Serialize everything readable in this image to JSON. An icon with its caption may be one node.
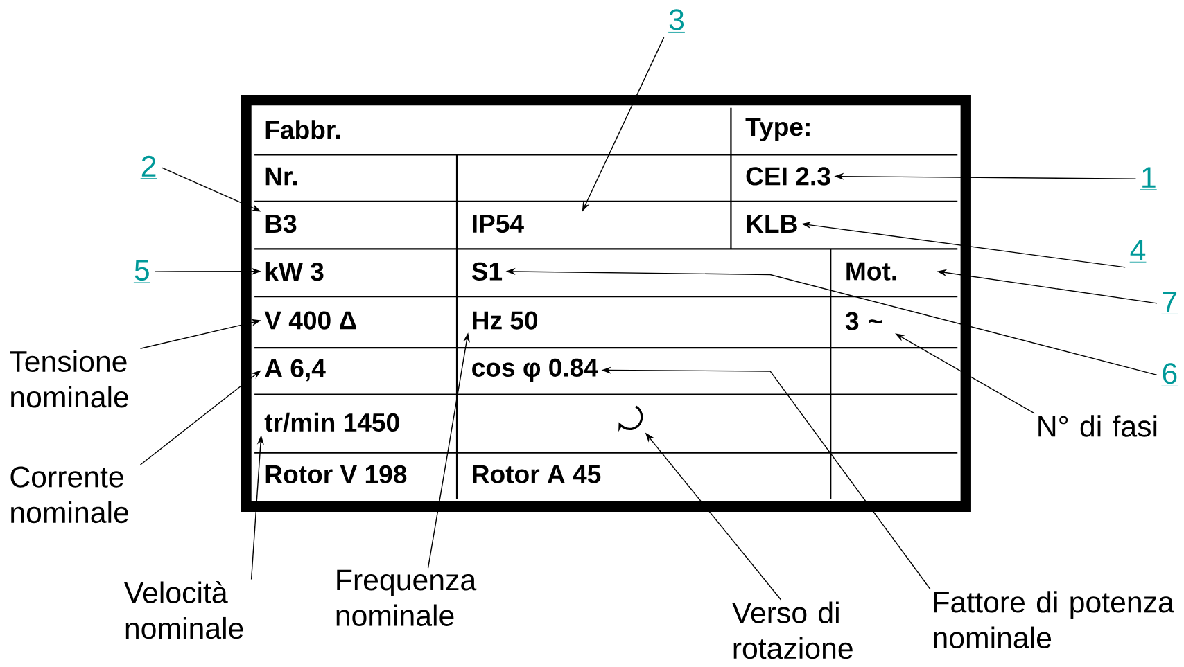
{
  "diagram": {
    "nodes": [
      {
        "text": [],
        "shape": "box"
      },
      {
        "text": [
          "Fabbr."
        ],
        "in": 0
      },
      {
        "text": [
          "Type:"
        ],
        "in": 0
      },
      {
        "text": [
          "Nr."
        ],
        "in": 0
      },
      {
        "text": [
          "CEI 2.3"
        ],
        "in": 0
      },
      {
        "text": [
          "B3"
        ],
        "in": 0
      },
      {
        "text": [
          "IP54"
        ],
        "in": 0
      },
      {
        "text": [
          "KLB"
        ],
        "in": 0
      },
      {
        "text": [
          "kW 3"
        ],
        "in": 0
      },
      {
        "text": [
          "S1"
        ],
        "in": 0
      },
      {
        "text": [
          "Mot."
        ],
        "in": 0
      },
      {
        "text": [
          "V 400 Δ"
        ],
        "in": 0
      },
      {
        "text": [
          "Hz 50"
        ],
        "in": 0
      },
      {
        "text": [
          "3 ~"
        ],
        "in": 0
      },
      {
        "text": [
          "A 6,4"
        ],
        "in": 0
      },
      {
        "text": [
          "cos φ 0.84"
        ],
        "in": 0
      },
      {
        "text": [
          "tr/min 1450"
        ],
        "in": 0
      },
      {
        "text": [],
        "shape": "arrow",
        "in": 0
      },
      {
        "text": [
          "Rotor V 198"
        ],
        "in": 0
      },
      {
        "text": [
          "Rotor A 45"
        ],
        "in": 0
      },
      {
        "text": [
          "3"
        ]
      },
      {
        "text": [
          "2"
        ]
      },
      {
        "text": [
          "1"
        ]
      },
      {
        "text": [
          "4"
        ]
      },
      {
        "text": [
          "5"
        ]
      },
      {
        "text": [
          "7"
        ]
      },
      {
        "text": [
          "6"
        ]
      },
      {
        "text": [
          "Tensione nominale"
        ]
      },
      {
        "text": [
          "N° di fasi"
        ]
      },
      {
        "text": [
          "Corrente nominale"
        ]
      },
      {
        "text": [
          "Velocità nominale"
        ]
      },
      {
        "text": [
          "Frequenza nominale"
        ]
      },
      {
        "text": [
          "Verso di rotazione"
        ]
      },
      {
        "text": [
          "Fattore di potenza nominale"
        ]
      }
    ],
    "edges": [
      {
        "from": 20,
        "to": 6,
        "arrow": "to"
      },
      {
        "from": 21,
        "to": 5,
        "arrow": "to"
      },
      {
        "from": 22,
        "to": 4,
        "arrow": "to"
      },
      {
        "from": 23,
        "to": 7,
        "arrow": "to"
      },
      {
        "from": 24,
        "to": 8,
        "arrow": "to"
      },
      {
        "from": 25,
        "to": 10,
        "arrow": "to"
      },
      {
        "from": 26,
        "to": 9,
        "arrow": "to"
      },
      {
        "from": 27,
        "to": 11,
        "arrow": "to"
      },
      {
        "from": 28,
        "to": 13,
        "arrow": "to"
      },
      {
        "from": 29,
        "to": 14,
        "arrow": "to"
      },
      {
        "from": 30,
        "to": 16,
        "arrow": "to"
      },
      {
        "from": 31,
        "to": 12,
        "arrow": "to"
      },
      {
        "from": 32,
        "to": 17,
        "arrow": "to"
      },
      {
        "from": 33,
        "to": 15,
        "arrow": "to"
      }
    ]
  }
}
